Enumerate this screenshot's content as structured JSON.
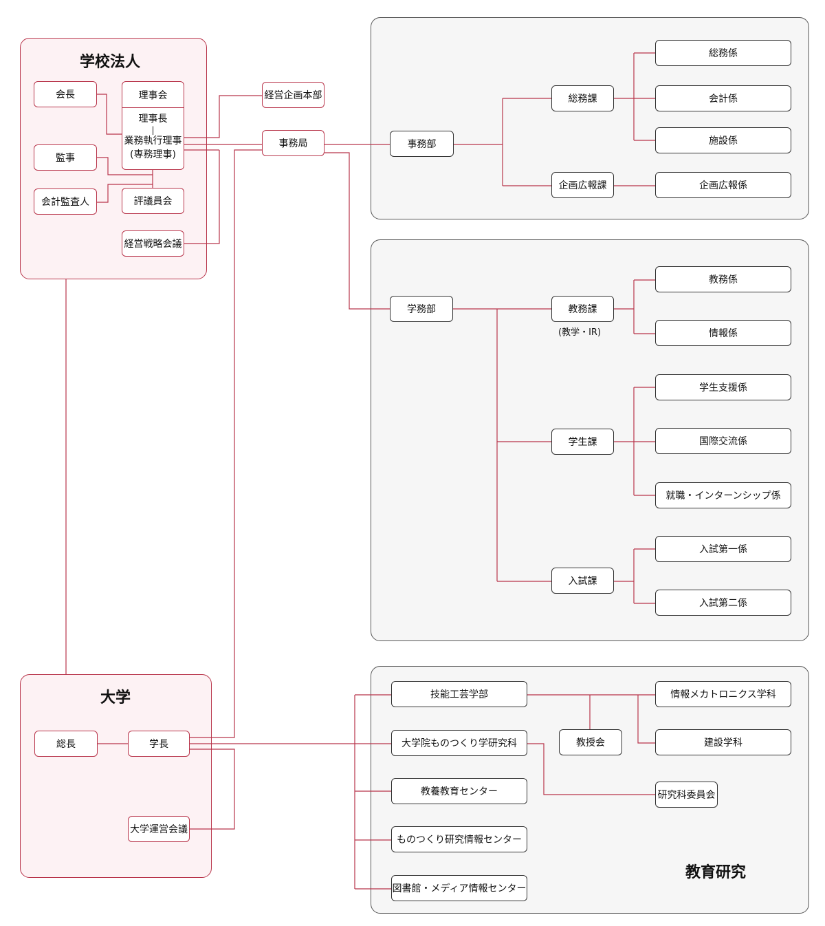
{
  "regions": {
    "corporation": "学校法人",
    "university": "大学",
    "education_research": "教育研究"
  },
  "corp": {
    "chairman": "会長",
    "board": "理事会",
    "president": "理事長",
    "dash": "|",
    "executive": "業務執行理事",
    "executive_sub": "(専務理事)",
    "auditor": "監事",
    "accounting_auditor": "会計監査人",
    "council": "評議員会",
    "strategy_meeting": "経営戦略会議",
    "planning_hq": "経営企画本部",
    "secretariat": "事務局"
  },
  "general_affairs": {
    "department": "事務部",
    "general_section": "総務課",
    "general_units": [
      "総務係",
      "会計係",
      "施設係"
    ],
    "pr_section": "企画広報課",
    "pr_unit": "企画広報係"
  },
  "academic_affairs": {
    "department": "学務部",
    "education_section": "教務課",
    "education_section_note": "(教学・IR)",
    "education_units": [
      "教務係",
      "情報係"
    ],
    "student_section": "学生課",
    "student_units": [
      "学生支援係",
      "国際交流係",
      "就職・インターンシップ係"
    ],
    "admission_section": "入試課",
    "admission_units": [
      "入試第一係",
      "入試第二係"
    ]
  },
  "university": {
    "chancellor": "総長",
    "president": "学長",
    "management_council": "大学運営会議"
  },
  "research": {
    "faculty": "技能工芸学部",
    "graduate_school": "大学院ものつくり学研究科",
    "liberal_arts_center": "教養教育センター",
    "research_info_center": "ものつくり研究情報センター",
    "library_center": "図書館・メディア情報センター",
    "faculty_council": "教授会",
    "graduate_committee": "研究科委員会",
    "departments": [
      "情報メカトロニクス学科",
      "建設学科"
    ]
  }
}
